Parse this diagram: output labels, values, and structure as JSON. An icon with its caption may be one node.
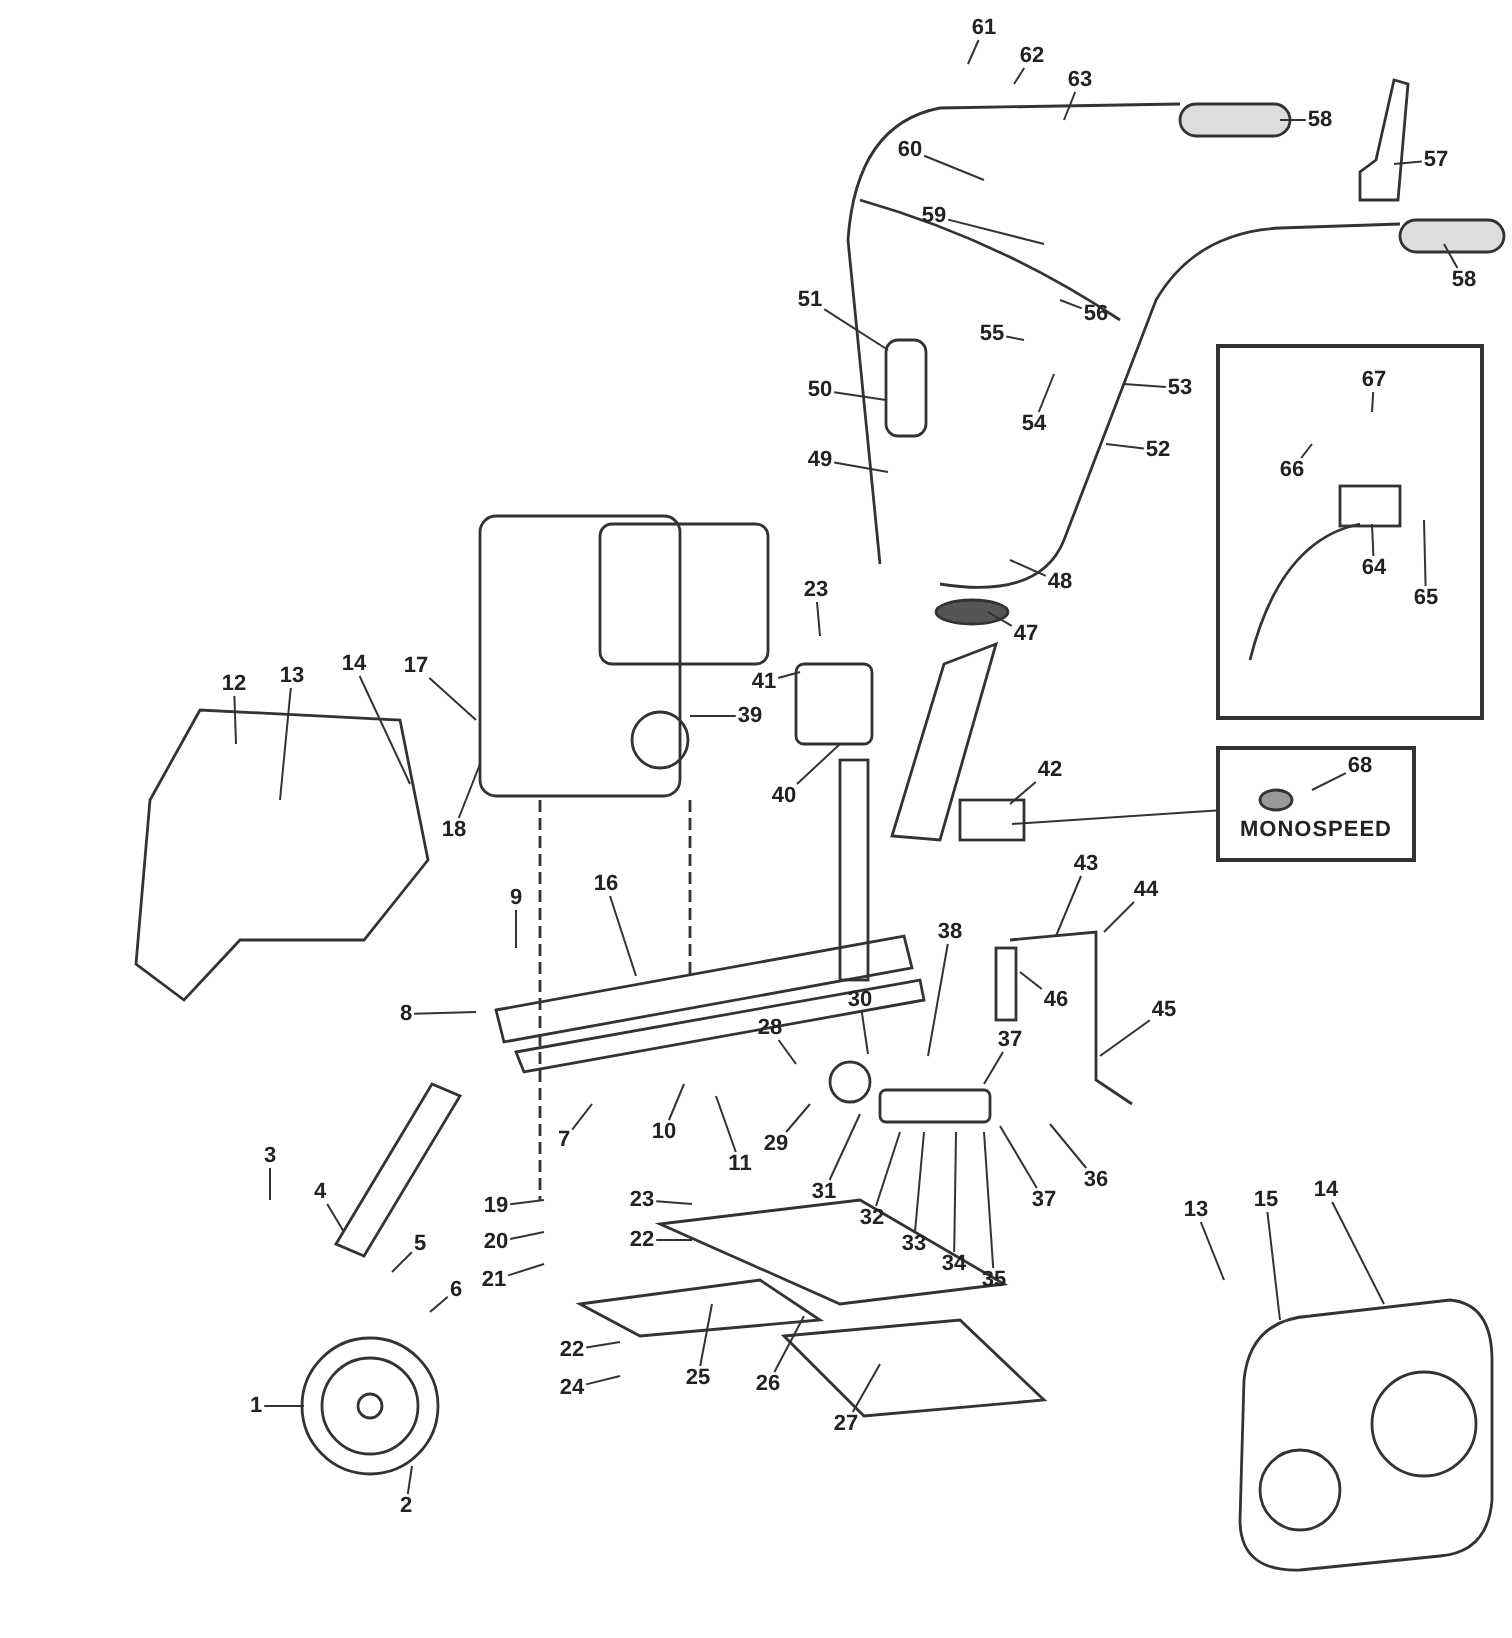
{
  "diagram": {
    "nodes": [
      {
        "text": [
          "61"
        ]
      },
      {
        "text": [
          "62"
        ]
      },
      {
        "text": [
          "63"
        ]
      },
      {
        "text": [
          "58"
        ]
      },
      {
        "text": [
          "57"
        ]
      },
      {
        "text": [
          "60"
        ]
      },
      {
        "text": [
          "59"
        ]
      },
      {
        "text": [
          "58"
        ]
      },
      {
        "text": [],
        "shape": "box"
      },
      {
        "text": [
          "67"
        ],
        "in": 8
      },
      {
        "text": [
          "66"
        ],
        "in": 8
      },
      {
        "text": [
          "64"
        ],
        "in": 8
      },
      {
        "text": [
          "65"
        ],
        "in": 8
      },
      {
        "text": [
          "51"
        ]
      },
      {
        "text": [
          "56"
        ]
      },
      {
        "text": [
          "55"
        ]
      },
      {
        "text": [
          "53"
        ]
      },
      {
        "text": [
          "54"
        ]
      },
      {
        "text": [
          "52"
        ]
      },
      {
        "text": [
          "50"
        ]
      },
      {
        "text": [
          "49"
        ]
      },
      {
        "text": [
          "48"
        ]
      },
      {
        "text": [
          "47"
        ]
      },
      {
        "text": [
          "23"
        ]
      },
      {
        "text": [
          "41"
        ]
      },
      {
        "text": [
          "39"
        ]
      },
      {
        "text": [
          "40"
        ]
      },
      {
        "text": [
          "12"
        ]
      },
      {
        "text": [
          "13"
        ]
      },
      {
        "text": [
          "14"
        ]
      },
      {
        "text": [
          "17"
        ]
      },
      {
        "text": [
          "18"
        ]
      },
      {
        "text": [
          "MONOSPEED"
        ]
      },
      {
        "text": [
          "68"
        ],
        "in": 32
      },
      {
        "text": [
          "42"
        ]
      },
      {
        "text": [
          "16"
        ]
      },
      {
        "text": [
          "9"
        ]
      },
      {
        "text": [
          "43"
        ]
      },
      {
        "text": [
          "44"
        ]
      },
      {
        "text": [
          "45"
        ]
      },
      {
        "text": [
          "46"
        ]
      },
      {
        "text": [
          "8"
        ]
      },
      {
        "text": [
          "38"
        ]
      },
      {
        "text": [
          "37"
        ]
      },
      {
        "text": [
          "30"
        ]
      },
      {
        "text": [
          "28"
        ]
      },
      {
        "text": [
          "29"
        ]
      },
      {
        "text": [
          "31"
        ]
      },
      {
        "text": [
          "32"
        ]
      },
      {
        "text": [
          "7"
        ]
      },
      {
        "text": [
          "10"
        ]
      },
      {
        "text": [
          "11"
        ]
      },
      {
        "text": [
          "37"
        ]
      },
      {
        "text": [
          "33"
        ]
      },
      {
        "text": [
          "34"
        ]
      },
      {
        "text": [
          "35"
        ]
      },
      {
        "text": [
          "36"
        ]
      },
      {
        "text": [
          "3"
        ]
      },
      {
        "text": [
          "4"
        ]
      },
      {
        "text": [
          "23"
        ]
      },
      {
        "text": [
          "22"
        ]
      },
      {
        "text": [
          "19"
        ]
      },
      {
        "text": [
          "20"
        ]
      },
      {
        "text": [
          "21"
        ]
      },
      {
        "text": [
          "5"
        ]
      },
      {
        "text": [
          "6"
        ]
      },
      {
        "text": [
          "13"
        ]
      },
      {
        "text": [
          "15"
        ]
      },
      {
        "text": [
          "14"
        ]
      },
      {
        "text": [
          "1"
        ]
      },
      {
        "text": [
          "2"
        ]
      },
      {
        "text": [
          "22"
        ]
      },
      {
        "text": [
          "24"
        ]
      },
      {
        "text": [
          "25"
        ]
      },
      {
        "text": [
          "26"
        ]
      },
      {
        "text": [
          "27"
        ]
      }
    ],
    "edges": [
      {
        "from": 0,
        "to": null,
        "arrow": "none"
      },
      {
        "from": 1,
        "to": null,
        "arrow": "none"
      },
      {
        "from": 2,
        "to": null,
        "arrow": "none"
      },
      {
        "from": 3,
        "to": null,
        "arrow": "none"
      },
      {
        "from": 4,
        "to": null,
        "arrow": "none"
      },
      {
        "from": 5,
        "to": null,
        "arrow": "none"
      },
      {
        "from": 6,
        "to": null,
        "arrow": "none"
      },
      {
        "from": 7,
        "to": null,
        "arrow": "none"
      },
      {
        "from": 9,
        "to": null,
        "arrow": "none"
      },
      {
        "from": 10,
        "to": null,
        "arrow": "none"
      },
      {
        "from": 11,
        "to": null,
        "arrow": "none"
      },
      {
        "from": 12,
        "to": null,
        "arrow": "none"
      },
      {
        "from": 13,
        "to": null,
        "arrow": "none"
      },
      {
        "from": 14,
        "to": null,
        "arrow": "none"
      },
      {
        "from": 15,
        "to": null,
        "arrow": "none"
      },
      {
        "from": 16,
        "to": null,
        "arrow": "none"
      },
      {
        "from": 17,
        "to": null,
        "arrow": "none"
      },
      {
        "from": 18,
        "to": null,
        "arrow": "none"
      },
      {
        "from": 19,
        "to": null,
        "arrow": "none"
      },
      {
        "from": 20,
        "to": null,
        "arrow": "none"
      },
      {
        "from": 21,
        "to": null,
        "arrow": "none"
      },
      {
        "from": 22,
        "to": null,
        "arrow": "none"
      },
      {
        "from": 23,
        "to": null,
        "arrow": "none"
      },
      {
        "from": 24,
        "to": null,
        "arrow": "none"
      },
      {
        "from": 25,
        "to": null,
        "arrow": "none"
      },
      {
        "from": 26,
        "to": null,
        "arrow": "none"
      },
      {
        "from": 27,
        "to": null,
        "arrow": "none"
      },
      {
        "from": 28,
        "to": null,
        "arrow": "none"
      },
      {
        "from": 29,
        "to": null,
        "arrow": "none"
      },
      {
        "from": 30,
        "to": null,
        "arrow": "none"
      },
      {
        "from": 31,
        "to": null,
        "arrow": "none"
      },
      {
        "from": 32,
        "to": null,
        "arrow": "none"
      },
      {
        "from": 33,
        "to": null,
        "arrow": "none"
      },
      {
        "from": 34,
        "to": null,
        "arrow": "none"
      },
      {
        "from": 35,
        "to": null,
        "arrow": "none"
      },
      {
        "from": 36,
        "to": null,
        "arrow": "none"
      },
      {
        "from": 37,
        "to": null,
        "arrow": "none"
      },
      {
        "from": 38,
        "to": null,
        "arrow": "none"
      },
      {
        "from": 39,
        "to": null,
        "arrow": "none"
      },
      {
        "from": 40,
        "to": null,
        "arrow": "none"
      },
      {
        "from": 41,
        "to": null,
        "arrow": "none"
      },
      {
        "from": 42,
        "to": null,
        "arrow": "none"
      },
      {
        "from": 43,
        "to": null,
        "arrow": "none"
      },
      {
        "from": 44,
        "to": null,
        "arrow": "none"
      },
      {
        "from": 45,
        "to": null,
        "arrow": "none"
      },
      {
        "from": 46,
        "to": null,
        "arrow": "none"
      },
      {
        "from": 47,
        "to": null,
        "arrow": "none"
      },
      {
        "from": 48,
        "to": null,
        "arrow": "none"
      },
      {
        "from": 49,
        "to": null,
        "arrow": "none"
      },
      {
        "from": 50,
        "to": null,
        "arrow": "none"
      },
      {
        "from": 51,
        "to": null,
        "arrow": "none"
      },
      {
        "from": 52,
        "to": null,
        "arrow": "none"
      },
      {
        "from": 53,
        "to": null,
        "arrow": "none"
      },
      {
        "from": 54,
        "to": null,
        "arrow": "none"
      },
      {
        "from": 55,
        "to": null,
        "arrow": "none"
      },
      {
        "from": 56,
        "to": null,
        "arrow": "none"
      },
      {
        "from": 57,
        "to": null,
        "arrow": "none"
      },
      {
        "from": 58,
        "to": null,
        "arrow": "none"
      },
      {
        "from": 59,
        "to": null,
        "arrow": "none"
      },
      {
        "from": 60,
        "to": null,
        "arrow": "none"
      },
      {
        "from": 61,
        "to": null,
        "arrow": "none"
      },
      {
        "from": 62,
        "to": null,
        "arrow": "none"
      },
      {
        "from": 63,
        "to": null,
        "arrow": "none"
      },
      {
        "from": 64,
        "to": null,
        "arrow": "none"
      },
      {
        "from": 65,
        "to": null,
        "arrow": "none"
      },
      {
        "from": 66,
        "to": null,
        "arrow": "none"
      },
      {
        "from": 67,
        "to": null,
        "arrow": "none"
      },
      {
        "from": 68,
        "to": null,
        "arrow": "none"
      },
      {
        "from": 69,
        "to": null,
        "arrow": "none"
      },
      {
        "from": 70,
        "to": null,
        "arrow": "none"
      },
      {
        "from": 71,
        "to": null,
        "arrow": "none"
      },
      {
        "from": 72,
        "to": null,
        "arrow": "none"
      },
      {
        "from": 73,
        "to": null,
        "arrow": "none"
      },
      {
        "from": 74,
        "to": null,
        "arrow": "none"
      },
      {
        "from": 75,
        "to": null,
        "arrow": "none"
      }
    ]
  }
}
